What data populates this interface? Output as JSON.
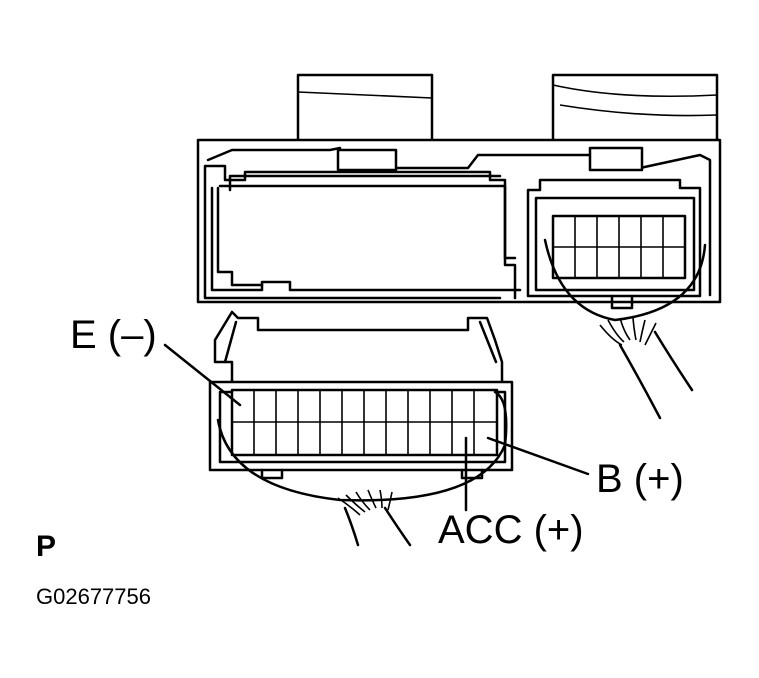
{
  "labels": {
    "e_minus": "E (–)",
    "b_plus": "B (+)",
    "acc_plus": "ACC (+)",
    "view_letter": "P",
    "figure_code": "G02677756"
  }
}
